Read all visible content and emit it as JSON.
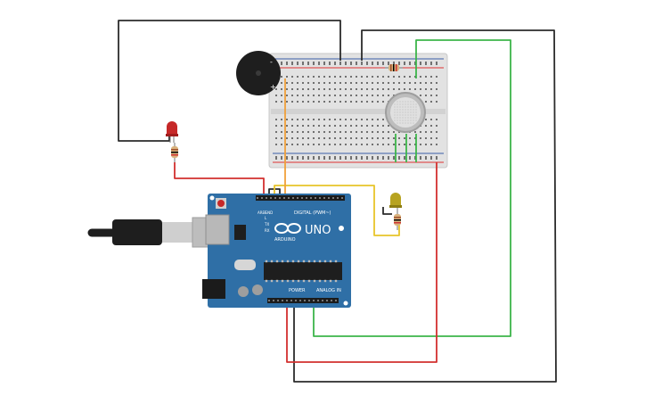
{
  "colors": {
    "board": "#2f6fa6",
    "breadboard": "#e2e2e2",
    "wire_black": "#2b2b2b",
    "wire_red": "#d3302f",
    "wire_green": "#3cb54a",
    "wire_yellow": "#e8c52a",
    "wire_orange": "#f0a03a",
    "led_red": "#c62828",
    "led_yellow": "#b7a320"
  },
  "board": {
    "logo": "UNO",
    "brand": "ARDUINO",
    "digital_header": "DIGITAL (PWM~)",
    "power_header": "POWER",
    "analog_header": "ANALOG IN",
    "aref": "AREF",
    "gnd": "GND",
    "tx": "TX",
    "rx": "RX",
    "l_led": "L"
  },
  "components": {
    "buzzer_plus": "+",
    "buzzer_minus": "-"
  }
}
